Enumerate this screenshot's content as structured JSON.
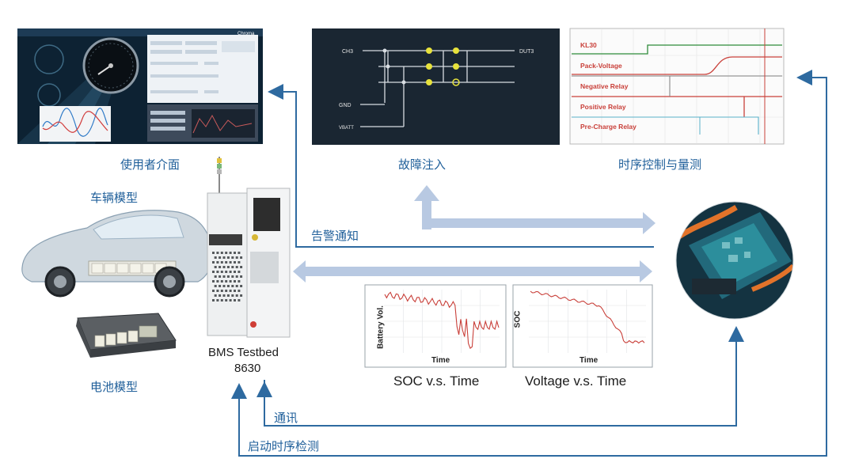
{
  "captions": {
    "ui": "使用者介面",
    "fault": "故障注入",
    "timing": "时序控制与量测",
    "vehicle": "车辆模型",
    "battery": "电池模型",
    "alarm": "告警通知",
    "testbed_line1": "BMS Testbed",
    "testbed_line2": "8630",
    "comm": "通讯",
    "startup": "启动时序检测"
  },
  "fault_panel": {
    "ch3": "CH3",
    "dut3": "DUT3",
    "gnd": "GND",
    "vbatt": "VBATT"
  },
  "timing_panel": {
    "signals": [
      "KL30",
      "Pack-Voltage",
      "Negative Relay",
      "Positive Relay",
      "Pre-Charge Relay"
    ]
  },
  "soc_chart": {
    "ylabel": "Battery Vol.",
    "xlabel": "Time",
    "caption": "SOC v.s. Time"
  },
  "volt_chart": {
    "ylabel": "SOC",
    "xlabel": "Time",
    "caption": "Voltage v.s. Time"
  },
  "ui_screen": {
    "brand": "Chroma"
  },
  "colors": {
    "arrow_blue": "#2e6aa0",
    "arrow_light": "#b8c9e2",
    "caption_blue": "#1f5f9a",
    "plot_red": "#c9403a",
    "timing_green": "#2e8b3a"
  }
}
